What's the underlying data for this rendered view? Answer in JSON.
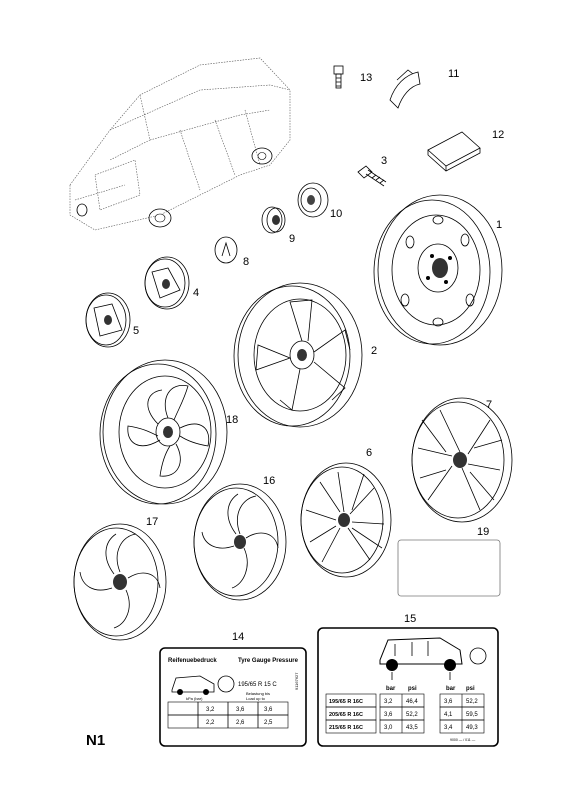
{
  "page_id": "N1",
  "callouts": {
    "c1": "1",
    "c2": "2",
    "c3": "3",
    "c4": "4",
    "c5": "5",
    "c6": "6",
    "c7": "7",
    "c8": "8",
    "c9": "9",
    "c10": "10",
    "c11": "11",
    "c12": "12",
    "c13": "13",
    "c14": "14",
    "c15": "15",
    "c16": "16",
    "c17": "17",
    "c18": "18",
    "c19": "19"
  },
  "label14": {
    "title_left": "Reifenuebedruck",
    "title_right": "Tyre Gauge Pressure",
    "tyre_size": "195/65 R 15 C",
    "load_note_1": "Belastung bis",
    "load_note_2": "Load up to",
    "unit": "kPa (bar)",
    "part_no": "91167627",
    "row1": [
      "3,2",
      "3,6",
      "3,6"
    ],
    "row2": [
      "2,2",
      "2,6",
      "2,5"
    ]
  },
  "label15": {
    "col_bar": "bar",
    "col_psi": "psi",
    "rows": [
      {
        "size": "195/65 R 16C",
        "f_bar": "3,2",
        "f_psi": "46,4",
        "r_bar": "3,6",
        "r_psi": "52,2"
      },
      {
        "size": "205/65 R 16C",
        "f_bar": "3,6",
        "f_psi": "52,2",
        "r_bar": "4,1",
        "r_psi": "59,5"
      },
      {
        "size": "215/65 R 16C",
        "f_bar": "3,0",
        "f_psi": "43,5",
        "r_bar": "3,4",
        "r_psi": "49,3"
      }
    ],
    "footer": "9000 — / 011 —"
  }
}
